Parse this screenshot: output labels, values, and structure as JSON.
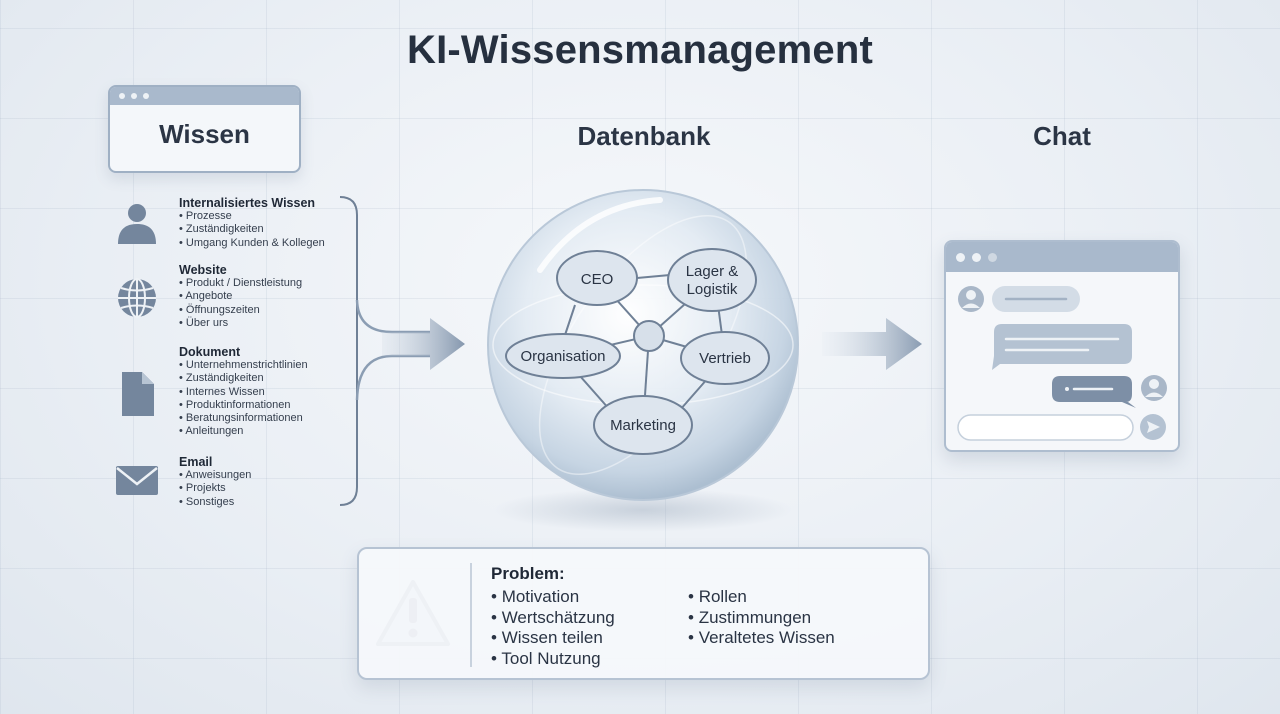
{
  "title": "KI-Wissensmanagement",
  "columns": {
    "wissen": "Wissen",
    "datenbank": "Datenbank",
    "chat": "Chat"
  },
  "sources": [
    {
      "icon": "person-icon",
      "title": "Internalisiertes Wissen",
      "items": [
        "Prozesse",
        "Zuständigkeiten",
        "Umgang Kunden & Kollegen"
      ]
    },
    {
      "icon": "globe-icon",
      "title": "Website",
      "items": [
        "Produkt / Dienstleistung",
        "Angebote",
        "Öffnungszeiten",
        "Über urs"
      ]
    },
    {
      "icon": "document-icon",
      "title": "Dokument",
      "items": [
        "Unternehmenstrichtlinien",
        "Zuständigkeiten",
        "Internes Wissen",
        "Produktinformationen",
        "Beratungsinformationen",
        "Anleitungen"
      ]
    },
    {
      "icon": "mail-icon",
      "title": "Email",
      "items": [
        "Anweisungen",
        "Projekts",
        "Sonstiges"
      ]
    }
  ],
  "database_nodes": {
    "ceo": "CEO",
    "lager_line1": "Lager &",
    "lager_line2": "Logistik",
    "organisation": "Organisation",
    "vertrieb": "Vertrieb",
    "marketing": "Marketing"
  },
  "problem": {
    "title": "Problem:",
    "left": [
      "Motivation",
      "Wertschätzung",
      "Wissen teilen",
      "Tool Nutzung"
    ],
    "right": [
      "Rollen",
      "Zustimmungen",
      "Veraltetes Wissen"
    ]
  },
  "colors": {
    "accent": "#8fa3bb",
    "dark": "#26303f",
    "node_fill": "#dde5ee",
    "node_stroke": "#6f8096"
  }
}
